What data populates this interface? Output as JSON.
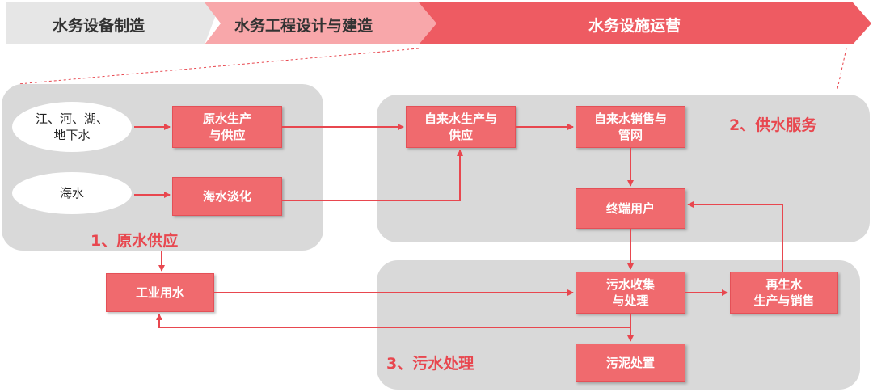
{
  "colors": {
    "accent": "#e8474f",
    "box_fill": "#f06a6e",
    "panel_fill": "#d9d9d9",
    "banner_grey": "#e6e6e6",
    "banner_pink": "#f8a7aa",
    "banner_red": "#ee5b62"
  },
  "banner": {
    "stage1": "水务设备制造",
    "stage2": "水务工程设计与建造",
    "stage3": "水务设施运营"
  },
  "sections": {
    "raw_water_supply": "1、原水供应",
    "water_supply_service": "2、供水服务",
    "sewage_treatment": "3、污水处理"
  },
  "sources": {
    "surface_groundwater": "江、河、湖、\n地下水",
    "seawater": "海水"
  },
  "nodes": {
    "raw_water_production": "原水生产\n与供应",
    "desalination": "海水淡化",
    "tap_water_production": "自来水生产与\n供应",
    "tap_water_sales": "自来水销售与\n管网",
    "end_users": "终端用户",
    "industrial_water": "工业用水",
    "sewage_collection": "污水收集\n与处理",
    "reclaimed_water": "再生水\n生产与销售",
    "sludge_disposal": "污泥处置"
  }
}
